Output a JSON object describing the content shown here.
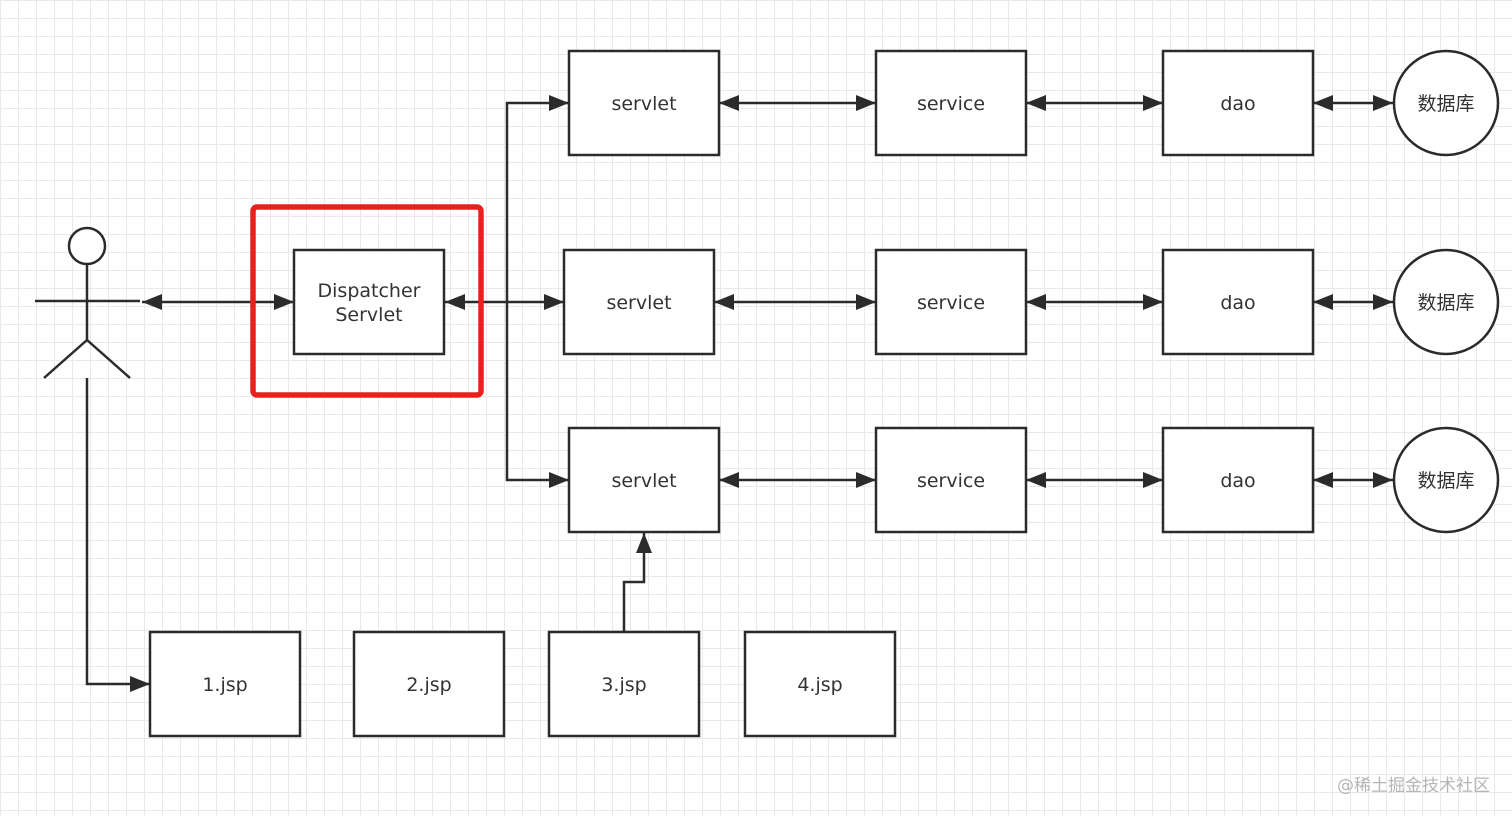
{
  "diagram": {
    "dispatcher": {
      "line1": "Dispatcher",
      "line2": "Servlet"
    },
    "rows": [
      {
        "servlet": "servlet",
        "service": "service",
        "dao": "dao",
        "db": "数据库"
      },
      {
        "servlet": "servlet",
        "service": "service",
        "dao": "dao",
        "db": "数据库"
      },
      {
        "servlet": "servlet",
        "service": "service",
        "dao": "dao",
        "db": "数据库"
      }
    ],
    "jsps": [
      "1.jsp",
      "2.jsp",
      "3.jsp",
      "4.jsp"
    ],
    "highlight_color": "#e8201e",
    "line_color": "#2b2b2b"
  },
  "watermark": "@稀土掘金技术社区"
}
